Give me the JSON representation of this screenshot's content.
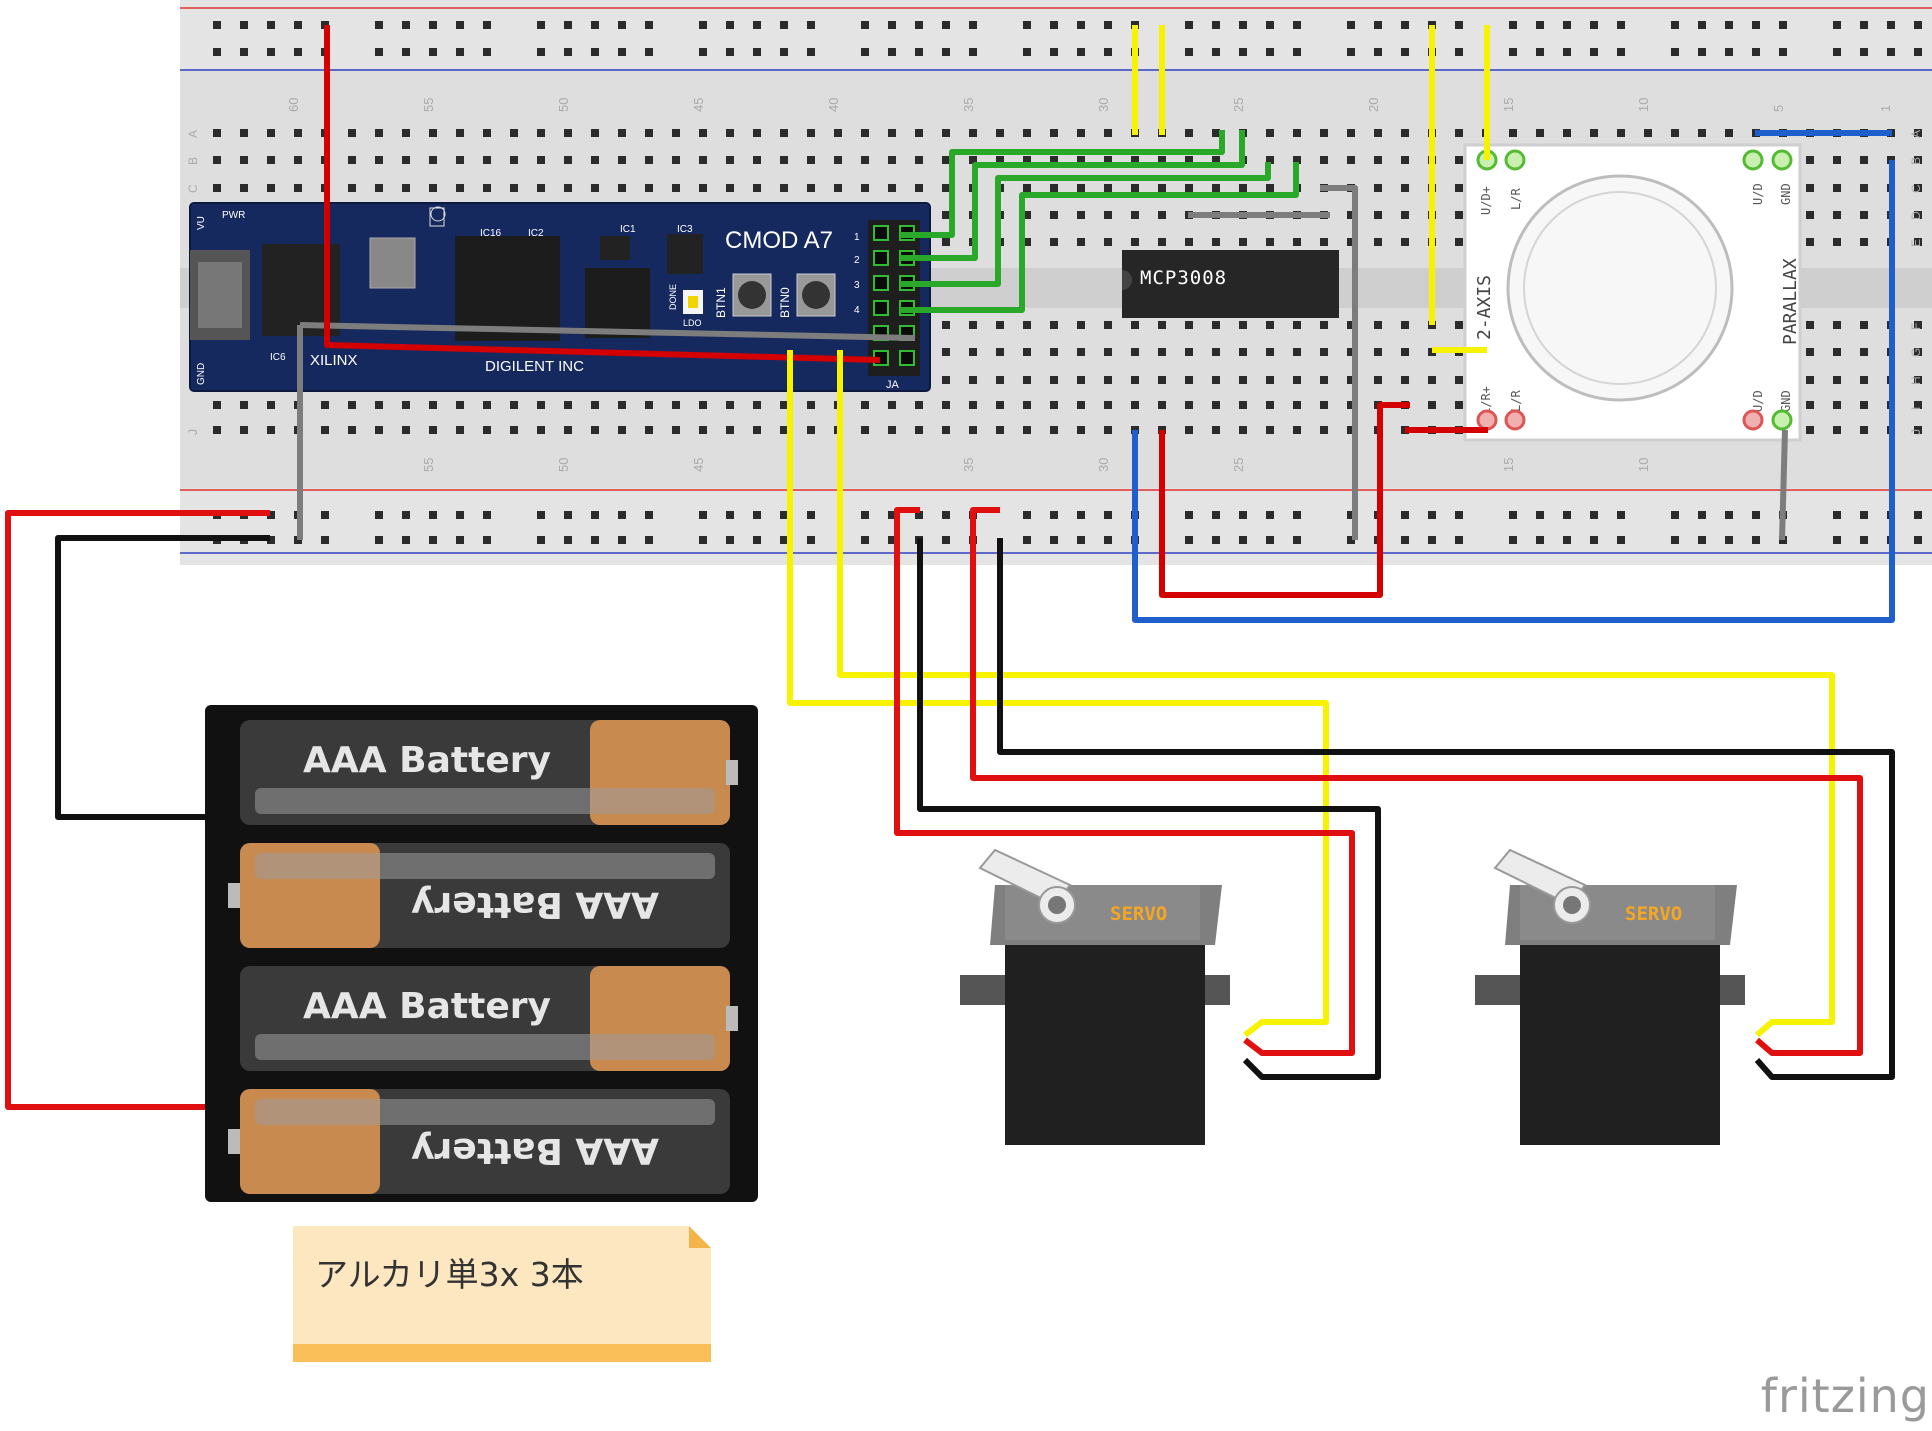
{
  "board": {
    "name": "CMOD A7",
    "brand_top": "XILINX",
    "brand_bottom": "DIGILENT INC",
    "buttons": [
      "BTN1",
      "BTN0"
    ],
    "connector_label": "JA",
    "pin_nums": [
      "1",
      "2",
      "3",
      "4"
    ],
    "edge_labels": [
      "VU",
      "GND",
      "PWR",
      "LDO",
      "DONE",
      "IC1",
      "IC2",
      "IC3",
      "IC6",
      "IC16"
    ]
  },
  "chip": {
    "label": "MCP3008"
  },
  "joystick": {
    "brand": "PARALLAX",
    "axis": "2-AXIS",
    "pins_top": [
      "U/D+",
      "L/R",
      "U/D",
      "GND"
    ],
    "pins_bottom": [
      "L/R+",
      "L/R",
      "U/D",
      "GND"
    ]
  },
  "breadboard": {
    "top_numbers": [
      "60",
      "55",
      "50",
      "45",
      "40",
      "35",
      "30",
      "25",
      "20",
      "15",
      "10",
      "5",
      "1"
    ],
    "bottom_numbers": [
      "55",
      "50",
      "45",
      "35",
      "30",
      "25",
      "15",
      "10"
    ],
    "rows_left": [
      "A",
      "B",
      "C",
      "J"
    ],
    "rows_right": [
      "A",
      "B",
      "C",
      "D",
      "E",
      "F",
      "G",
      "H",
      "I",
      "J"
    ]
  },
  "battery": {
    "label": "AAA Battery",
    "cells": 4
  },
  "servos": [
    {
      "label": "SERVO"
    },
    {
      "label": "SERVO"
    }
  ],
  "note": {
    "text": "アルカリ単3x 3本"
  },
  "footer": {
    "brand": "fritzing"
  },
  "colors": {
    "red": "#e01010",
    "black": "#111111",
    "yellow": "#f7f200",
    "green": "#33bb33",
    "blue": "#1f5fcc",
    "gray": "#888888",
    "pcb": "#16295f",
    "breadboard": "#dcdcdc"
  }
}
